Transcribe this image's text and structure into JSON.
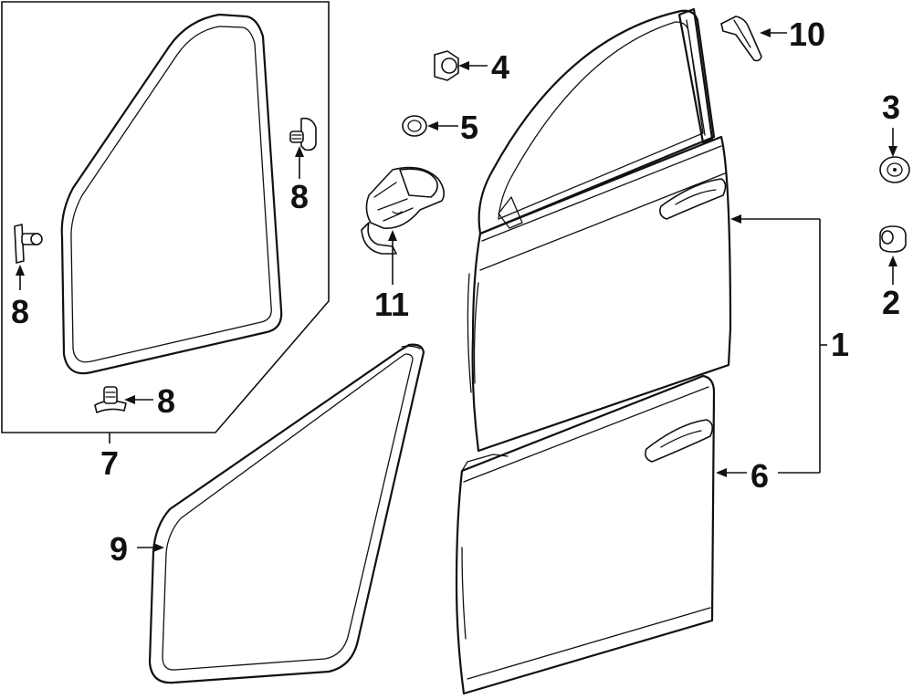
{
  "diagram": {
    "callouts": {
      "c1": "1",
      "c2": "2",
      "c3": "3",
      "c4": "4",
      "c5": "5",
      "c6": "6",
      "c7": "7",
      "c8a": "8",
      "c8b": "8",
      "c8c": "8",
      "c9": "9",
      "c10": "10",
      "c11": "11"
    }
  }
}
